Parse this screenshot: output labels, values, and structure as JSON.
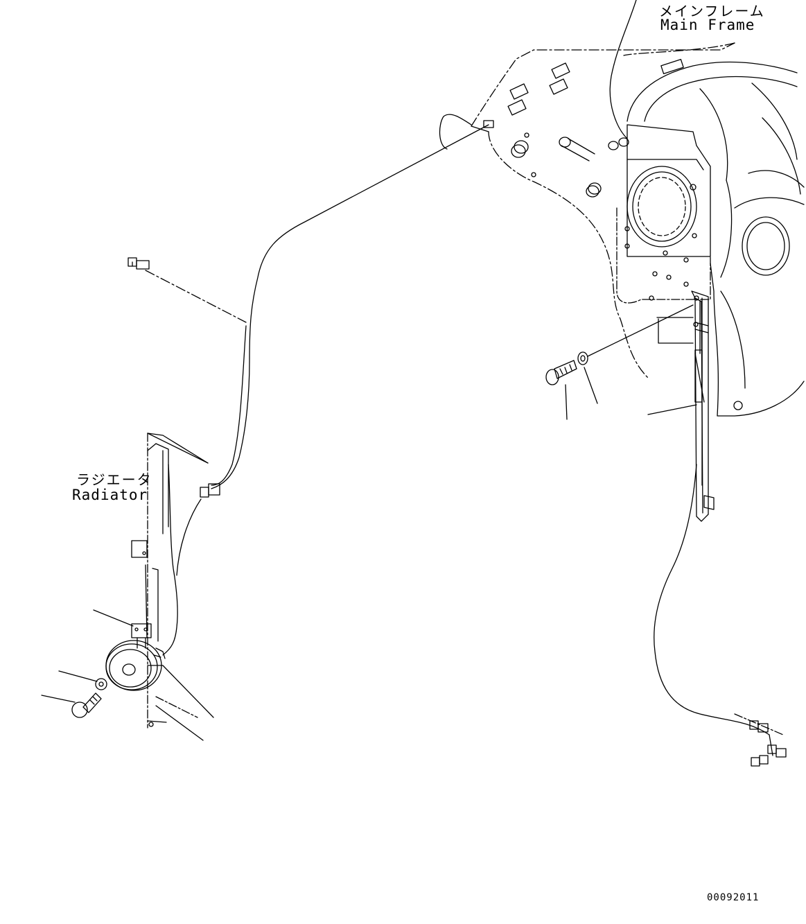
{
  "labels": {
    "main_frame_jp": "メインフレーム",
    "main_frame_en": "Main Frame",
    "radiator_jp": "ラジエータ",
    "radiator_en": "Radiator"
  },
  "drawing_number": "00092011",
  "colors": {
    "line": "#000000",
    "background": "#ffffff"
  }
}
